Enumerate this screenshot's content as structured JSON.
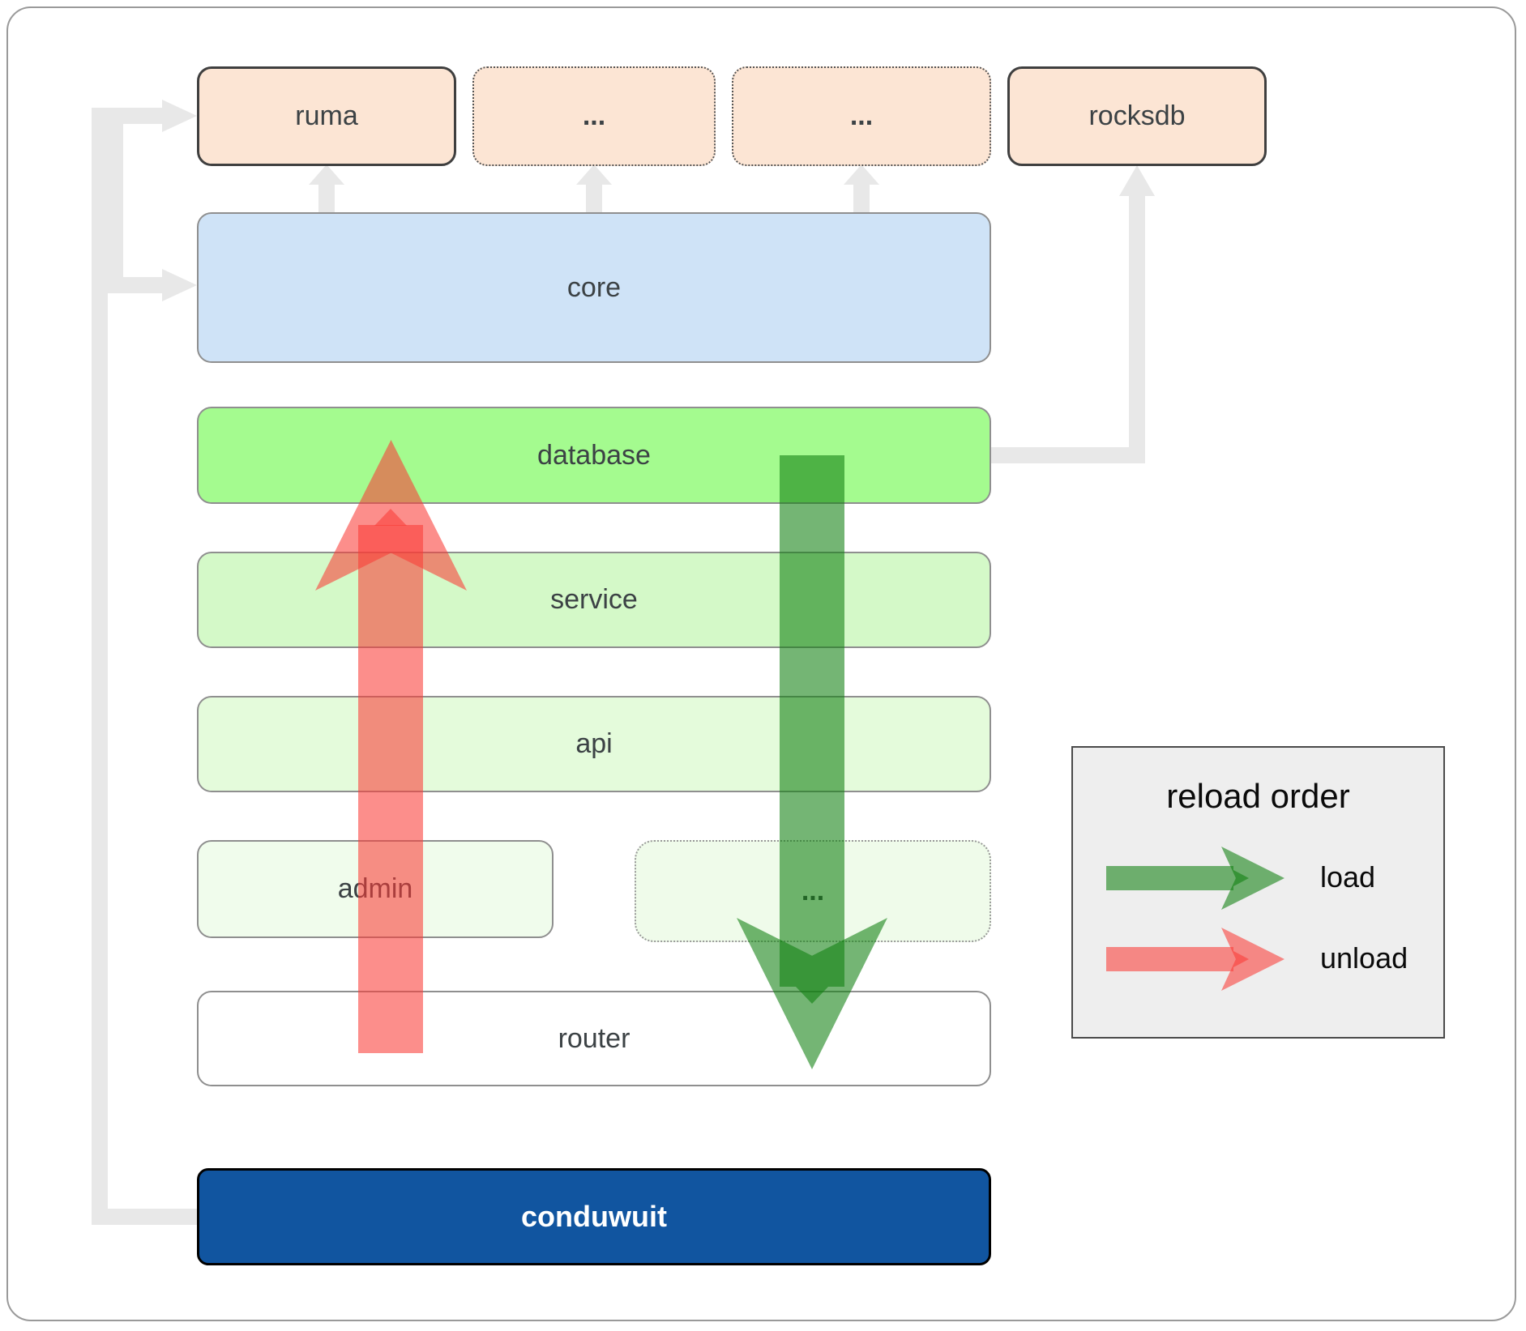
{
  "boxes": {
    "ruma": "ruma",
    "top_dots_1": "...",
    "top_dots_2": "...",
    "rocksdb": "rocksdb",
    "core": "core",
    "database": "database",
    "service": "service",
    "api": "api",
    "admin": "admin",
    "bottom_dots": "...",
    "router": "router",
    "conduwuit": "conduwuit"
  },
  "legend": {
    "title": "reload order",
    "load_label": "load",
    "unload_label": "unload"
  },
  "colors": {
    "load_arrow_green": "#0f800f",
    "unload_arrow_red": "#fa3c37",
    "module_fill_peach": "#fce5d4",
    "core_fill_blue": "#cfe3f7",
    "database_fill_green": "#a4fb8f",
    "service_fill_green": "#d4f9c8",
    "api_fill_green": "#e4fbdb",
    "admin_fill_green": "#f0fcec",
    "conduwuit_fill_blue": "#1155a0",
    "connector_gray": "#e8e8e8",
    "legend_fill_gray": "#eeeeee"
  }
}
